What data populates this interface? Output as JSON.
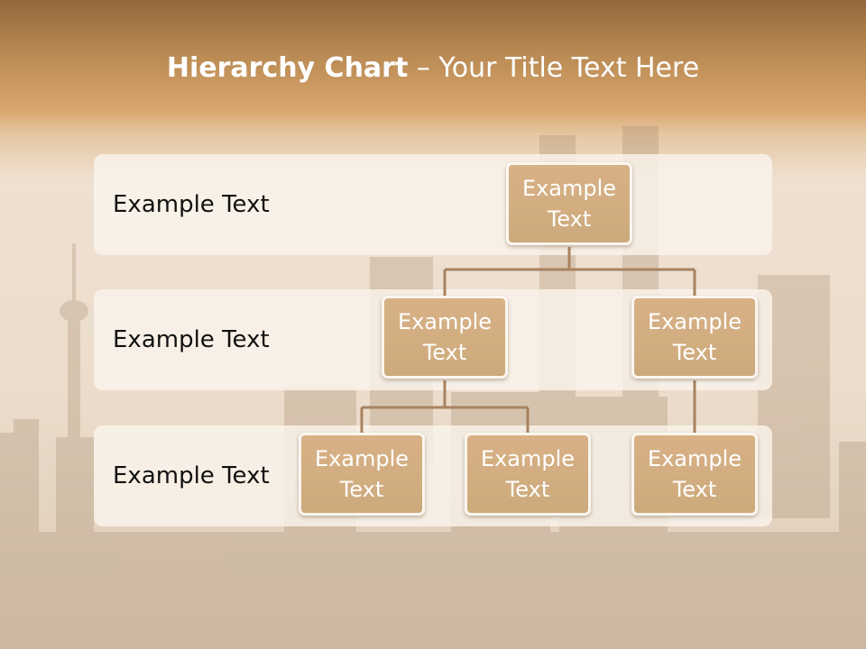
{
  "title": {
    "bold": "Hierarchy Chart",
    "rest": " – Your Title Text Here"
  },
  "rows": [
    {
      "label": "Example Text"
    },
    {
      "label": "Example Text"
    },
    {
      "label": "Example Text"
    }
  ],
  "nodes": {
    "root": "Example Text",
    "level2_left": "Example Text",
    "level2_right": "Example Text",
    "level3_left": "Example Text",
    "level3_middle": "Example Text",
    "level3_right": "Example Text"
  },
  "colors": {
    "header": "#c99258",
    "node_fill": "#d3ad80",
    "node_border": "#fbf6ef",
    "connector": "#a88360",
    "band": "#faf4ec"
  }
}
